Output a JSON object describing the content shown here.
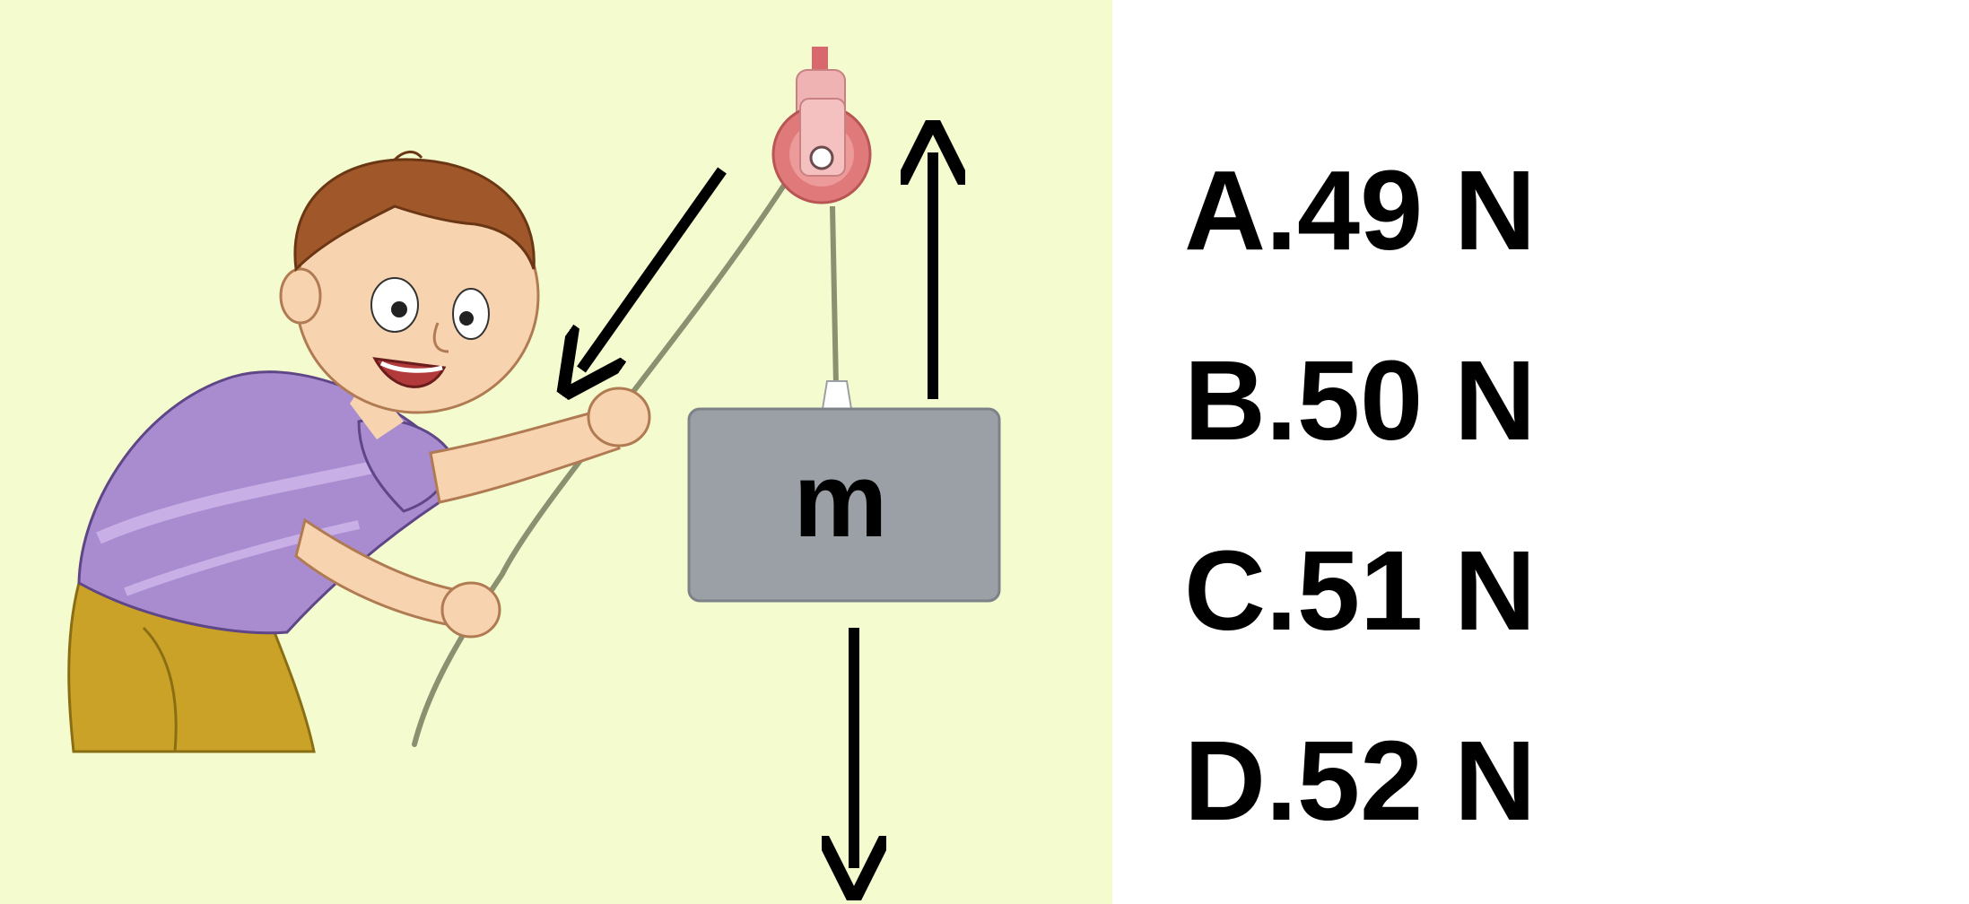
{
  "diagram": {
    "block_label": "m",
    "colors": {
      "background": "#f4fccf",
      "block": "#9aa0a6",
      "pulley": "#e07a7a",
      "rope": "#8a9070",
      "arrow": "#000000",
      "shirt": "#a98bd0",
      "pants": "#c9a227",
      "hair": "#a0582a",
      "skin": "#f7d3b0"
    },
    "icons": [
      "boy-pulling-rope",
      "pulley-icon",
      "down-arrow",
      "up-arrow",
      "pull-arrow"
    ]
  },
  "options": [
    {
      "letter": "A.",
      "text": "49 N"
    },
    {
      "letter": "B.",
      "text": "50 N"
    },
    {
      "letter": "C.",
      "text": "51 N"
    },
    {
      "letter": "D.",
      "text": "52 N"
    }
  ]
}
